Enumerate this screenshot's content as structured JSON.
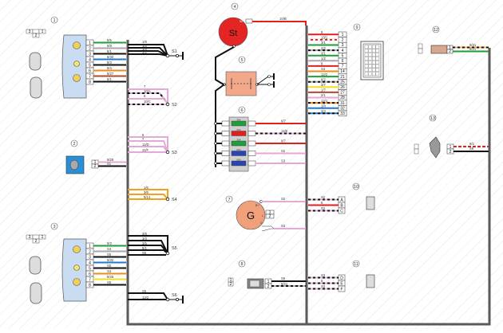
{
  "title": "Wiring diagram",
  "callouts": [
    "1",
    "2",
    "3",
    "4",
    "5",
    "6",
    "7",
    "8",
    "9",
    "10",
    "11",
    "12",
    "13"
  ],
  "colors": {
    "harness": "#5a5a5a",
    "green": "#1f9e3a",
    "gray": "#a8a8a8",
    "black": "#111111",
    "blue": "#1f7ad1",
    "orange": "#f08a1c",
    "brown": "#b34a26",
    "pink": "#e6a9d6",
    "red": "#e02020",
    "yellow": "#f1e11c",
    "lamp_body": "#c9dcf2",
    "starter": "#e52424",
    "alt": "#f0a07a",
    "relay": "#f2a98a",
    "fan": "#2a8fd6"
  },
  "comp1": {
    "num": "1",
    "pins": [
      "1",
      "2",
      "3",
      "4",
      "5",
      "6",
      "7",
      "8"
    ],
    "wires": [
      {
        "pin": "1",
        "label": "8/5",
        "color": "green"
      },
      {
        "pin": "2",
        "label": "8/8",
        "color": "gray"
      },
      {
        "pin": "3",
        "label": "8/1",
        "color": "black"
      },
      {
        "pin": "4",
        "label": "8/32",
        "color": "blue"
      },
      {
        "pin": "5",
        "label": "8/3",
        "color": "black"
      },
      {
        "pin": "6",
        "label": "8/4",
        "color": "orange"
      },
      {
        "pin": "7",
        "label": "8/27",
        "color": "brown"
      },
      {
        "pin": "8",
        "label": "8/1",
        "color": "black"
      }
    ],
    "connector_pins": [
      "3",
      "2",
      "1"
    ]
  },
  "splice_S1": {
    "name": "S1",
    "wires": [
      "1/8",
      "1/3",
      "1/5",
      "2/2"
    ]
  },
  "splice_S2": {
    "name": "S2",
    "wires": [
      "7",
      "10/A",
      "6",
      "10/C"
    ]
  },
  "comp2": {
    "num": "2",
    "pins": [
      "1",
      "2"
    ],
    "wires": [
      {
        "label": "9/28",
        "color": "pink"
      },
      {
        "label": "S1",
        "color": "black"
      }
    ]
  },
  "splice_S3": {
    "name": "S3",
    "wires": [
      "6",
      "7",
      "11/D",
      "11/F"
    ]
  },
  "splice_S4": {
    "name": "S4",
    "wires": [
      "1/6",
      "3/6",
      "9/14"
    ]
  },
  "comp3": {
    "num": "3",
    "pins": [
      "1",
      "2",
      "3",
      "4",
      "5",
      "6",
      "7",
      "8"
    ],
    "wires": [
      {
        "pin": "1",
        "label": "9/3",
        "color": "green"
      },
      {
        "pin": "2",
        "label": "S4",
        "color": "gray"
      },
      {
        "pin": "3",
        "label": "S5",
        "color": "black"
      },
      {
        "pin": "4",
        "label": "9/32",
        "color": "blue"
      },
      {
        "pin": "5",
        "label": "S5",
        "color": "black"
      },
      {
        "pin": "6",
        "label": "S4",
        "color": "orange"
      },
      {
        "pin": "7",
        "label": "9/26",
        "color": "yellow"
      },
      {
        "pin": "8",
        "label": "S5",
        "color": "black"
      }
    ],
    "connector_pins": [
      "3",
      "2",
      "1"
    ]
  },
  "splice_S5": {
    "name": "S5",
    "wires": [
      "3/8",
      "3/3",
      "3/5",
      "8/1",
      "S6"
    ]
  },
  "splice_S6": {
    "name": "S6",
    "wires": [
      "S5",
      "13/2"
    ]
  },
  "comp4": {
    "num": "4",
    "label": "St",
    "terminal": "50",
    "wire": "10/B"
  },
  "comp5": {
    "num": "5"
  },
  "comp6": {
    "num": "6",
    "fuses": [
      {
        "rating": "30A",
        "color": "green",
        "wire": "9/7"
      },
      {
        "rating": "50A",
        "color": "red",
        "wire": "11/E"
      },
      {
        "rating": "30A",
        "color": "green",
        "wire": "9/7"
      },
      {
        "rating": "60A",
        "color": "blue",
        "wire": "S2"
      },
      {
        "rating": "60A",
        "color": "blue",
        "wire": "S3"
      }
    ]
  },
  "comp7": {
    "num": "7",
    "label": "G",
    "terminals": [
      "B+",
      "L",
      "D"
    ],
    "pins": [
      "1",
      "2"
    ],
    "wires": [
      "S2",
      "S3"
    ]
  },
  "comp8": {
    "num": "8",
    "pins": [
      "1",
      "2"
    ],
    "wires": [
      "S5",
      "9/21"
    ],
    "connector_pins": [
      "1",
      "2"
    ]
  },
  "comp9": {
    "num": "9",
    "pins": [
      {
        "pin": "1",
        "label": "8",
        "color": "red"
      },
      {
        "pin": "2",
        "label": "13/1",
        "color": "red"
      },
      {
        "pin": "3",
        "label": "3/1",
        "color": "green"
      },
      {
        "pin": "4",
        "label": "2/2",
        "color": "gray"
      },
      {
        "pin": "5",
        "label": "3/1",
        "color": "green"
      },
      {
        "pin": "6",
        "label": "1/2",
        "color": "gray"
      },
      {
        "pin": "7",
        "label": "8",
        "color": "red"
      },
      {
        "pin": "14",
        "label": "S4",
        "color": "orange"
      },
      {
        "pin": "21",
        "label": "12/2",
        "color": "green"
      },
      {
        "pin": "25",
        "label": "8/2",
        "color": "gray"
      },
      {
        "pin": "26",
        "label": "3/7",
        "color": "yellow"
      },
      {
        "pin": "27",
        "label": "1/7",
        "color": "brown"
      },
      {
        "pin": "28",
        "label": "2/1",
        "color": "pink"
      },
      {
        "pin": "31",
        "label": "12/1",
        "color": "orange"
      },
      {
        "pin": "32",
        "label": "1/4",
        "color": "blue"
      },
      {
        "pin": "33",
        "label": "3/4",
        "color": "blue"
      }
    ]
  },
  "comp10": {
    "num": "10",
    "pins": [
      "A",
      "B",
      "C"
    ],
    "wires": [
      "S2",
      "6",
      "S2"
    ]
  },
  "comp11": {
    "num": "11",
    "pins": [
      "D",
      "E",
      "F"
    ],
    "wires": [
      "S3",
      "6",
      "S3"
    ]
  },
  "comp12": {
    "num": "12",
    "pins": [
      "1",
      "2"
    ],
    "wires": [
      "9/31",
      "9/21"
    ],
    "connector_pins": [
      "1",
      "2"
    ]
  },
  "comp13": {
    "num": "13",
    "pins": [
      "1",
      "2"
    ],
    "wires": [
      "9/2",
      "S6"
    ],
    "connector_pins": [
      "1",
      "2"
    ]
  }
}
